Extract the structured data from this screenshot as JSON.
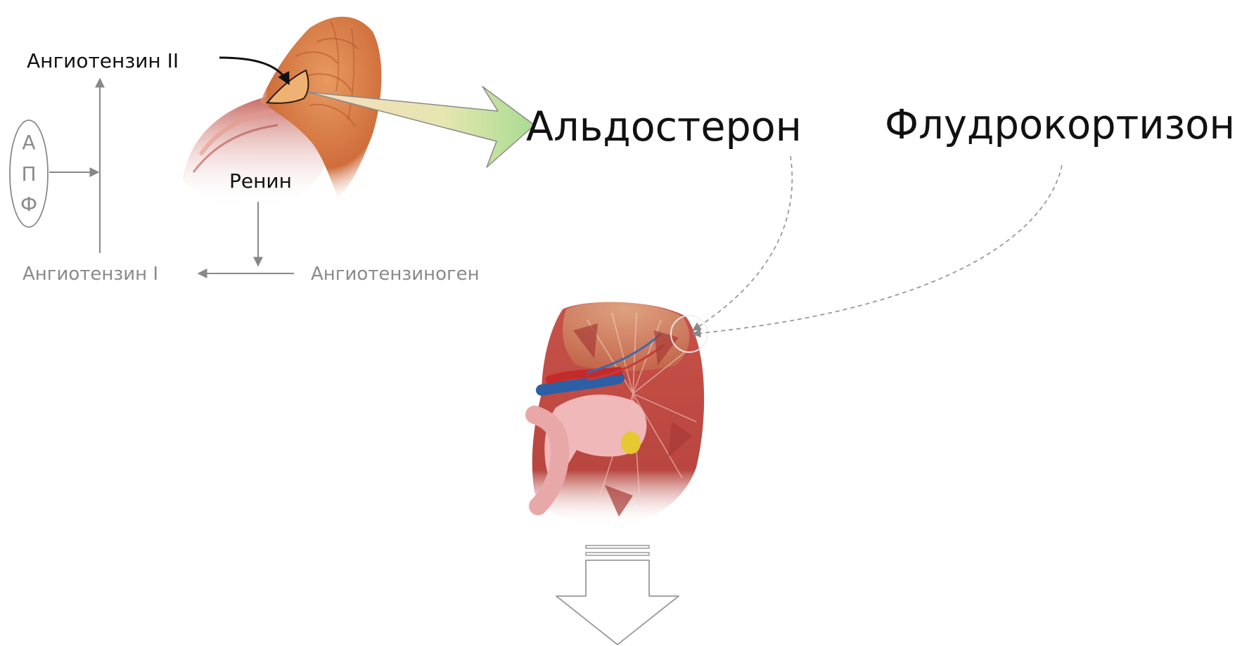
{
  "labels": {
    "angiotensin_ii": "Ангиотензин II",
    "renin": "Ренин",
    "angiotensin_i": "Ангиотензин I",
    "angiotensinogen": "Ангиотензиноген",
    "aldosterone": "Альдостерон",
    "fludrocortisone": "Флудрокортизон",
    "apf": [
      "А",
      "П",
      "Ф"
    ]
  },
  "illustrations": {
    "adrenal": "adrenal-gland-illustration",
    "kidney": "kidney-cross-section-illustration"
  },
  "colors": {
    "black_text": "#111111",
    "grey_text": "#8a8a8a",
    "adrenal_orange": "#d8784a",
    "kidney_red": "#c84a3c",
    "arrow_fill_start": "#f5dcb4",
    "arrow_fill_end": "#b8e0a0",
    "dashed_line": "#9a9a9a"
  }
}
